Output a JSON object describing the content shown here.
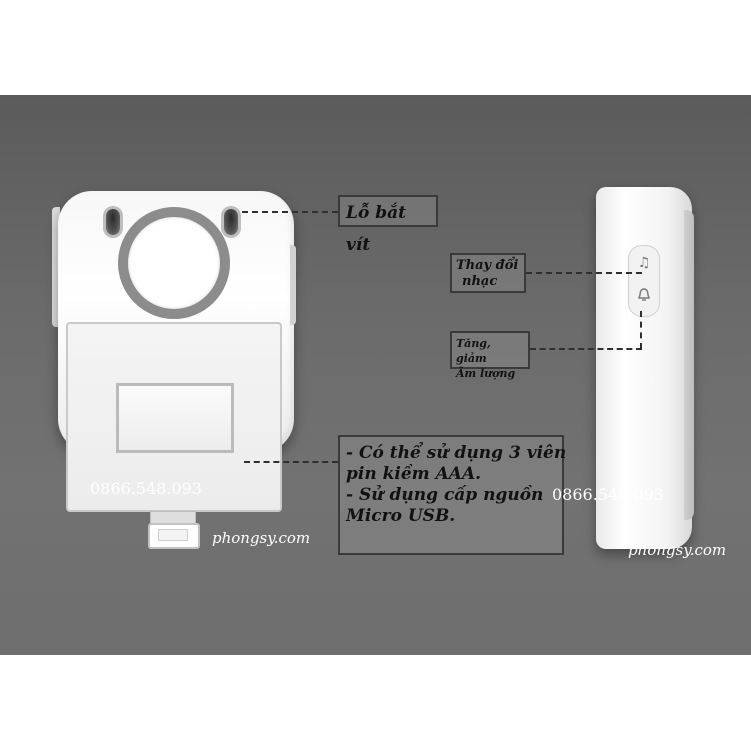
{
  "callouts": {
    "screw_hole": "Lỗ bắt vít",
    "change_music_line1": "Thay đổi",
    "change_music_line2": "nhạc",
    "volume_line1": "Tăng, giảm",
    "volume_line2": "Âm lượng",
    "info_lines": [
      "- Có thể sử dụng 3 viên",
      "pin kiềm AAA.",
      "- Sử dụng cấp nguồn",
      "Micro USB."
    ]
  },
  "watermarks": {
    "phone_left": "0866.548.093",
    "phone_right": "0866.548.093",
    "site_left": "phongsy.com",
    "site_right": "phongsy.com"
  },
  "icons": {
    "music": "♫",
    "volume": "🔔"
  },
  "colors": {
    "background": "#666666",
    "device": "#ffffff",
    "ring": "#8c8c8c",
    "callout_border": "#3a3a3a"
  }
}
